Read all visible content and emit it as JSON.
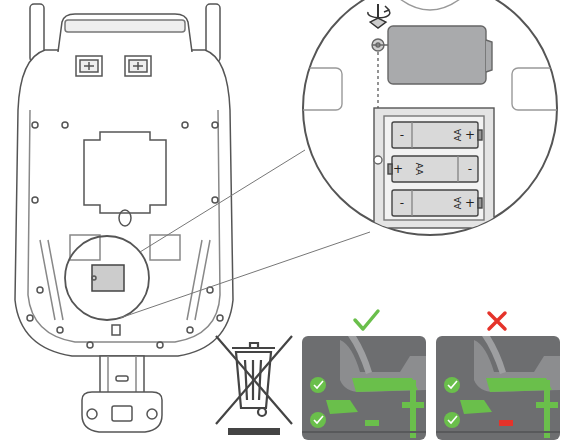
{
  "diagram": {
    "labels": [
      "-",
      "AA",
      "+",
      "+",
      "AA",
      "-",
      "-",
      "AA",
      "+"
    ]
  }
}
